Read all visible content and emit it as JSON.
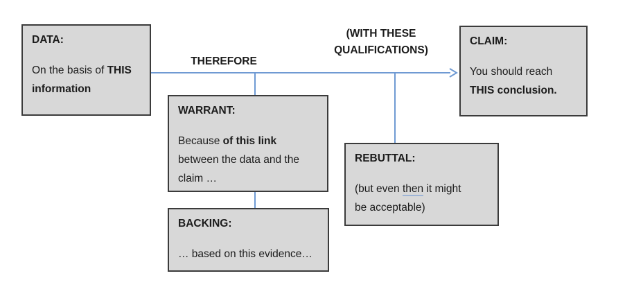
{
  "colors": {
    "background": "#ffffff",
    "box_fill": "#d8d8d8",
    "box_border": "#3b3b3b",
    "connector_blue": "#6f9ad3",
    "text": "#1b1b1b"
  },
  "connector_labels": {
    "therefore": "THEREFORE",
    "qualifications_line1": "(WITH THESE",
    "qualifications_line2": "QUALIFICATIONS)"
  },
  "boxes": {
    "data": {
      "title": "DATA:",
      "line1_normal": "On the basis of ",
      "line1_bold": "THIS",
      "line2_bold": "information"
    },
    "claim": {
      "title": "CLAIM:",
      "line1": "You should reach",
      "line2_bold": "THIS conclusion."
    },
    "warrant": {
      "title": "WARRANT:",
      "line1_normal": "Because ",
      "line1_bold": "of this link",
      "line2": "between the data and the",
      "line3": "claim …"
    },
    "backing": {
      "title": "BACKING:",
      "line1": "… based on this evidence…"
    },
    "rebuttal": {
      "title": "REBUTTAL:",
      "line1_pre": "(but even ",
      "line1_underlined": "then",
      "line1_post": " it might",
      "line2": "be acceptable)"
    }
  }
}
